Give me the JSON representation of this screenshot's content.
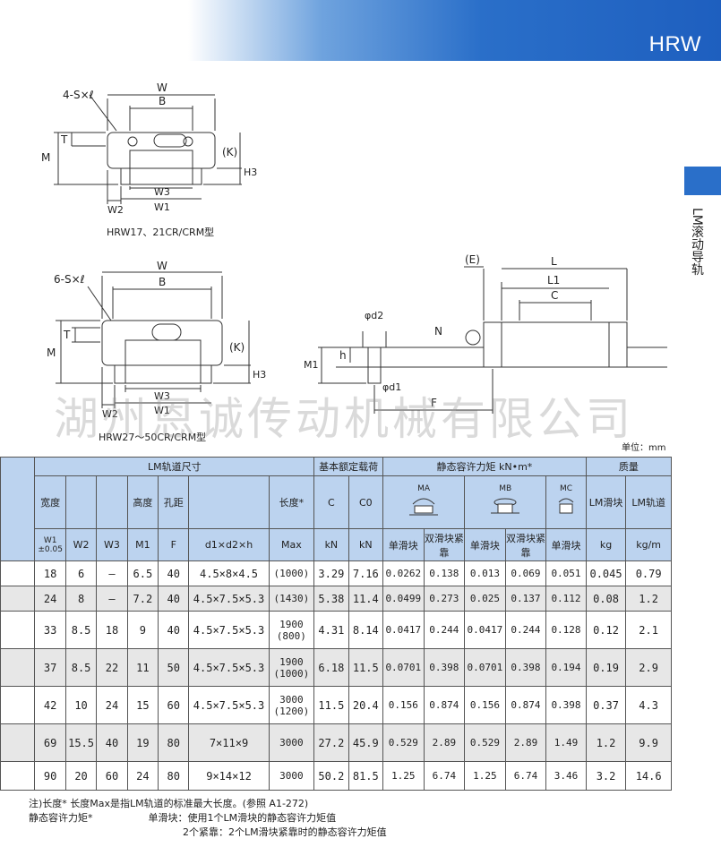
{
  "header": {
    "title": "HRW"
  },
  "side": {
    "label": "LM滚动导轨"
  },
  "drawings": {
    "top_caption": "HRW17、21CR/CRM型",
    "mid_caption": "HRW27～50CR/CRM型",
    "labels_a": {
      "hole": "4-S×ℓ",
      "W": "W",
      "B": "B",
      "T": "T",
      "M": "M",
      "K": "(K)",
      "H3": "H3",
      "W2": "W2",
      "W3": "W3",
      "W1": "W1"
    },
    "labels_b": {
      "hole": "6-S×ℓ",
      "W": "W",
      "B": "B",
      "T": "T",
      "M": "M",
      "K": "(K)",
      "H3": "H3",
      "W2": "W2",
      "W3": "W3",
      "W1": "W1"
    },
    "labels_side": {
      "E": "(E)",
      "L": "L",
      "L1": "L1",
      "C": "C",
      "d2": "φd2",
      "N": "N",
      "h": "h",
      "M1": "M1",
      "d1": "φd1",
      "F": "F"
    }
  },
  "watermark": "湖州恩诚传动机械有限公司",
  "unit": "单位：mm",
  "table": {
    "group_rail": "LM轨道尺寸",
    "group_load": "基本额定载荷",
    "group_moment": "静态容许力矩 kN•m*",
    "group_mass": "质量",
    "h_width": "宽度",
    "h_height": "高度",
    "h_pitch": "孔距",
    "h_length": "长度*",
    "h_C": "C",
    "h_C0": "C0",
    "h_MA": "MA",
    "h_MB": "MB",
    "h_MC": "MC",
    "h_lm_block": "LM滑块",
    "h_lm_rail": "LM轨道",
    "s_W1": "W1",
    "s_W1_tol": "±0.05",
    "s_W2": "W2",
    "s_W3": "W3",
    "s_M1": "M1",
    "s_F": "F",
    "s_d": "d1×d2×h",
    "s_max": "Max",
    "s_kN1": "kN",
    "s_kN2": "kN",
    "s_single1": "单滑块",
    "s_double1": "双滑块紧靠",
    "s_single2": "单滑块",
    "s_double2": "双滑块紧靠",
    "s_single3": "单滑块",
    "s_kg": "kg",
    "s_kgm": "kg/m",
    "rows": [
      {
        "W1": "18",
        "W2": "6",
        "W3": "—",
        "M1": "6.5",
        "F": "40",
        "d": "4.5×8×4.5",
        "len": "(1000)",
        "len2": "",
        "C": "3.29",
        "C0": "7.16",
        "MA1": "0.0262",
        "MA2": "0.138",
        "MB1": "0.013",
        "MB2": "0.069",
        "MC": "0.051",
        "blk": "0.045",
        "rail": "0.79"
      },
      {
        "W1": "24",
        "W2": "8",
        "W3": "—",
        "M1": "7.2",
        "F": "40",
        "d": "4.5×7.5×5.3",
        "len": "(1430)",
        "len2": "",
        "C": "5.38",
        "C0": "11.4",
        "MA1": "0.0499",
        "MA2": "0.273",
        "MB1": "0.025",
        "MB2": "0.137",
        "MC": "0.112",
        "blk": "0.08",
        "rail": "1.2"
      },
      {
        "W1": "33",
        "W2": "8.5",
        "W3": "18",
        "M1": "9",
        "F": "40",
        "d": "4.5×7.5×5.3",
        "len": "1900",
        "len2": "(800)",
        "C": "4.31",
        "C0": "8.14",
        "MA1": "0.0417",
        "MA2": "0.244",
        "MB1": "0.0417",
        "MB2": "0.244",
        "MC": "0.128",
        "blk": "0.12",
        "rail": "2.1"
      },
      {
        "W1": "37",
        "W2": "8.5",
        "W3": "22",
        "M1": "11",
        "F": "50",
        "d": "4.5×7.5×5.3",
        "len": "1900",
        "len2": "(1000)",
        "C": "6.18",
        "C0": "11.5",
        "MA1": "0.0701",
        "MA2": "0.398",
        "MB1": "0.0701",
        "MB2": "0.398",
        "MC": "0.194",
        "blk": "0.19",
        "rail": "2.9"
      },
      {
        "W1": "42",
        "W2": "10",
        "W3": "24",
        "M1": "15",
        "F": "60",
        "d": "4.5×7.5×5.3",
        "len": "3000",
        "len2": "(1200)",
        "C": "11.5",
        "C0": "20.4",
        "MA1": "0.156",
        "MA2": "0.874",
        "MB1": "0.156",
        "MB2": "0.874",
        "MC": "0.398",
        "blk": "0.37",
        "rail": "4.3"
      },
      {
        "W1": "69",
        "W2": "15.5",
        "W3": "40",
        "M1": "19",
        "F": "80",
        "d": "7×11×9",
        "len": "3000",
        "len2": "",
        "C": "27.2",
        "C0": "45.9",
        "MA1": "0.529",
        "MA2": "2.89",
        "MB1": "0.529",
        "MB2": "2.89",
        "MC": "1.49",
        "blk": "1.2",
        "rail": "9.9"
      },
      {
        "W1": "90",
        "W2": "20",
        "W3": "60",
        "M1": "24",
        "F": "80",
        "d": "9×14×12",
        "len": "3000",
        "len2": "",
        "C": "50.2",
        "C0": "81.5",
        "MA1": "1.25",
        "MA2": "6.74",
        "MB1": "1.25",
        "MB2": "6.74",
        "MC": "3.46",
        "blk": "3.2",
        "rail": "14.6"
      }
    ]
  },
  "notes": {
    "line1": "注)长度* 长度Max是指LM轨道的标准最大长度。(参照 A1-272)",
    "line2a": "静态容许力矩*",
    "line2b": "单滑块：使用1个LM滑块的静态容许力矩值",
    "line3": "2个紧靠：2个LM滑块紧靠时的静态容许力矩值"
  }
}
